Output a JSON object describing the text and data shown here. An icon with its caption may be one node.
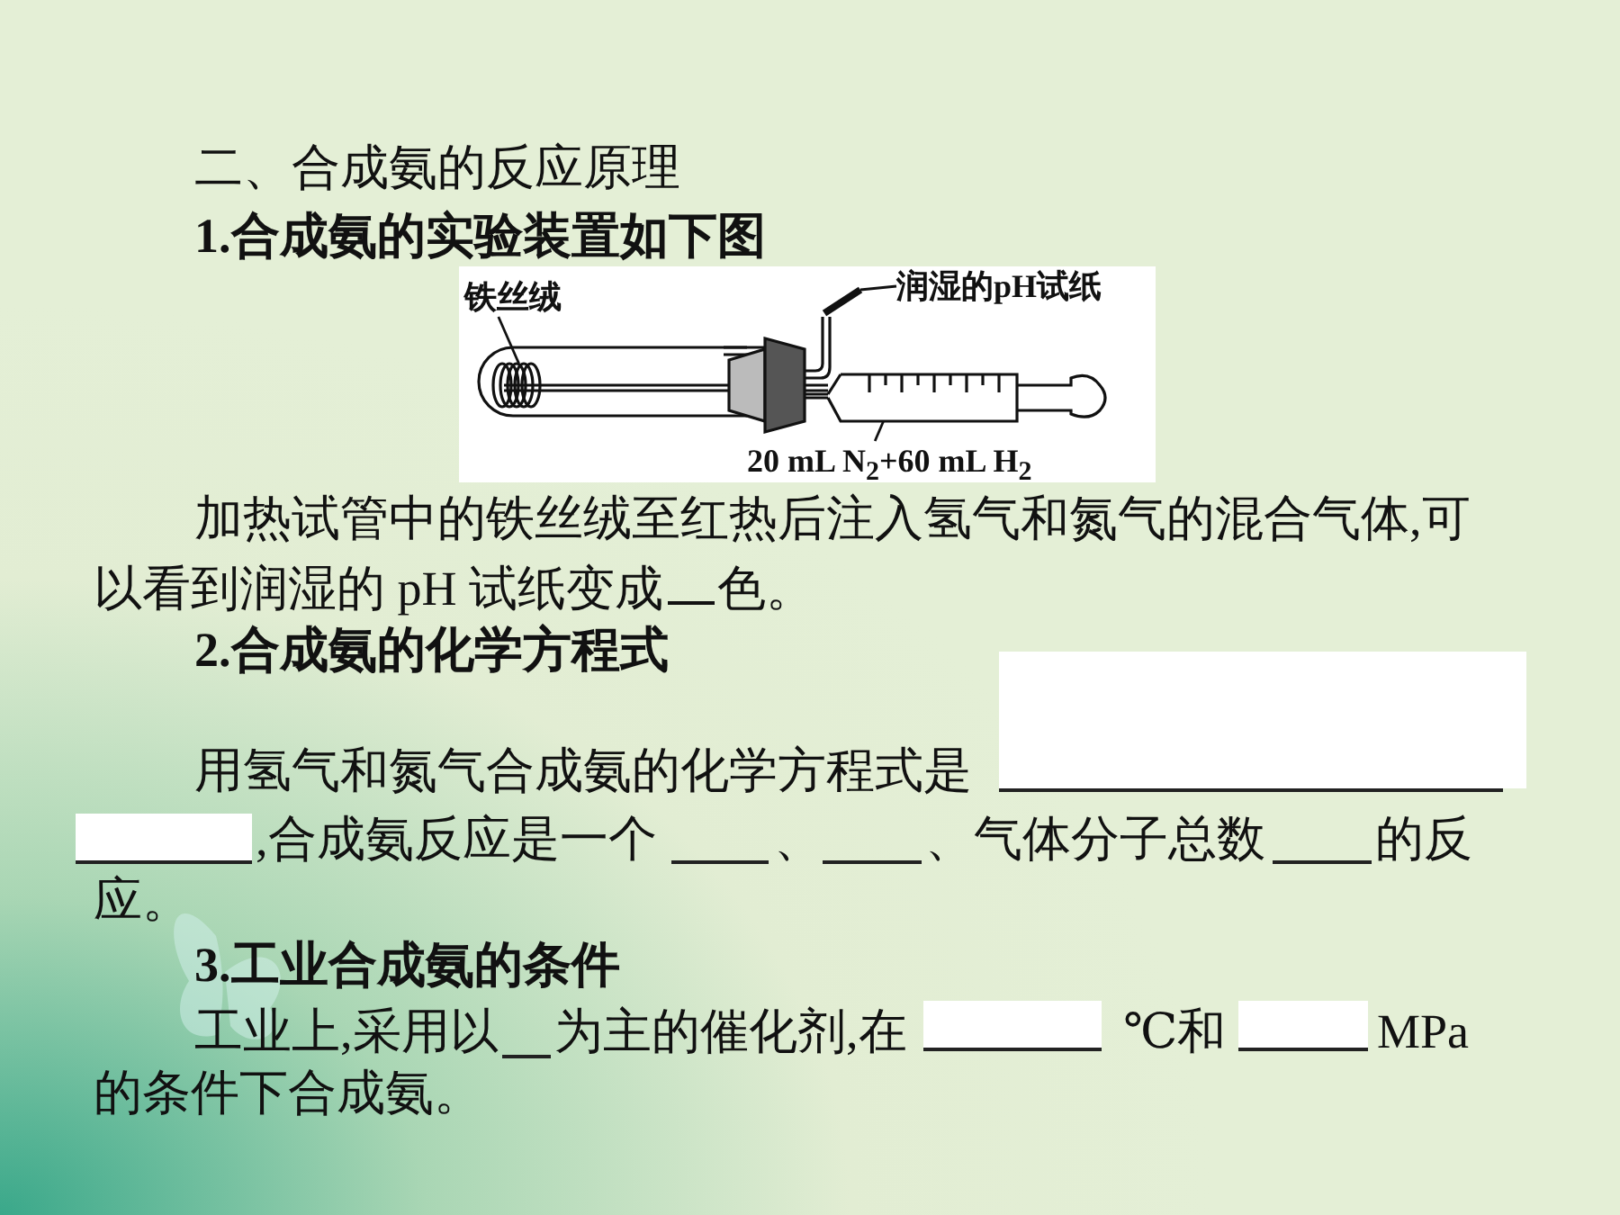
{
  "diagram": {
    "nodes": [
      {
        "text": [
          "铁丝绒"
        ]
      },
      {
        "text": [
          "润湿的pH试纸"
        ]
      },
      {
        "text": [
          "20 mL N$_{2}$+60 mL H$_{2}$"
        ]
      },
      {
        "text": [],
        "shape": "coil"
      },
      {
        "text": [],
        "shape": "bar"
      },
      {
        "text": [],
        "shape": "syringe"
      }
    ],
    "edges": [
      {
        "from": 0,
        "to": 3,
        "arrow": "none"
      },
      {
        "from": 1,
        "to": 4,
        "arrow": "none"
      },
      {
        "from": 2,
        "to": 5,
        "arrow": "none"
      }
    ],
    "labels": [
      "二、合成氨的反应原理",
      "1.合成氨的实验装置如下图",
      "加热试管中的铁丝绒至红热后注入氢气和氮气的混合气体,可以看到润湿的 pH 试纸变成",
      "色。",
      "2.合成氨的化学方程式",
      "用氢气和氮气合成氨的化学方程式是",
      ",合成氨反应是一个",
      "、",
      "、气体分子总数",
      "的反应。",
      "3.工业合成氨的条件",
      "工业上,采用以",
      "为主的催化剂,在",
      "℃和",
      "MPa",
      "的条件下合成氨。"
    ]
  }
}
